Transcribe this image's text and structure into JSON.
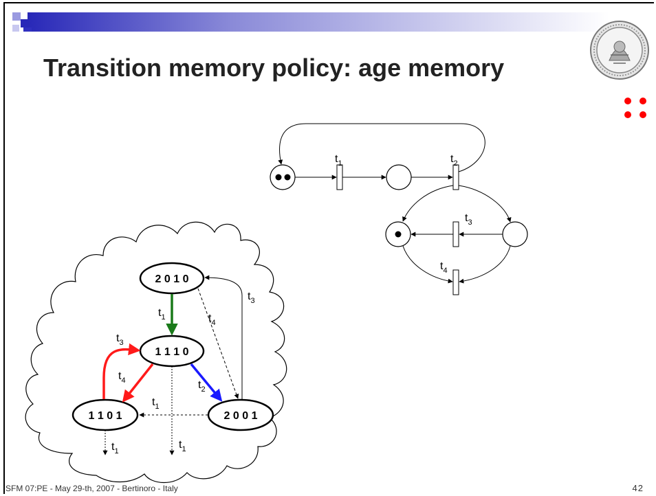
{
  "slide": {
    "title": "Transition memory policy: age memory",
    "footer": "SFM 07:PE - May 29-th, 2007 - Bertinoro - Italy",
    "page_number": "42"
  },
  "petri_net": {
    "transitions": [
      {
        "name": "t",
        "sub": "1"
      },
      {
        "name": "t",
        "sub": "2"
      },
      {
        "name": "t",
        "sub": "3"
      },
      {
        "name": "t",
        "sub": "4"
      }
    ]
  },
  "state_graph": {
    "states": [
      "2 0 1 0",
      "1 1 1 0",
      "1 1 0 1",
      "2 0 0 1"
    ],
    "edge_labels": [
      {
        "name": "t",
        "sub": "1"
      },
      {
        "name": "t",
        "sub": "3"
      },
      {
        "name": "t",
        "sub": "4"
      },
      {
        "name": "t",
        "sub": "2"
      },
      {
        "name": "t",
        "sub": "3"
      },
      {
        "name": "t",
        "sub": "4"
      },
      {
        "name": "t",
        "sub": "1"
      },
      {
        "name": "t",
        "sub": "1"
      },
      {
        "name": "t",
        "sub": "1"
      }
    ]
  },
  "colors": {
    "title": "#222222",
    "accent_blue": "#1f1fb4",
    "arc_green": "#1a7a1a",
    "arc_red": "#ff1a1a",
    "arc_blue": "#1a1aff",
    "dots_red": "#ff0000"
  }
}
